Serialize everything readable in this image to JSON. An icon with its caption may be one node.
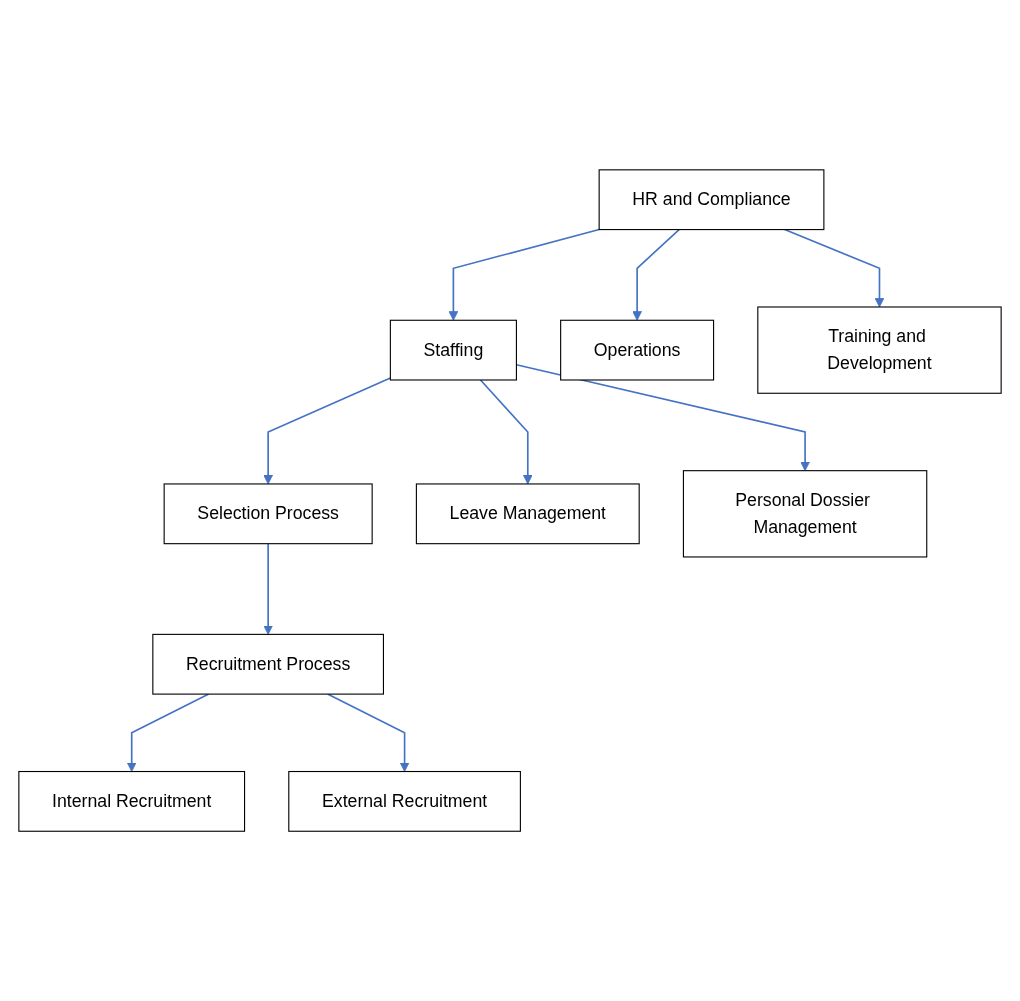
{
  "diagram": {
    "nodes": [
      {
        "text": [
          "HR and Compliance"
        ]
      },
      {
        "text": [
          "Staffing"
        ]
      },
      {
        "text": [
          "Operations"
        ]
      },
      {
        "text": [
          "Training and Development"
        ]
      },
      {
        "text": [
          "Selection Process"
        ]
      },
      {
        "text": [
          "Leave Management"
        ]
      },
      {
        "text": [
          "Personal Dossier Management"
        ]
      },
      {
        "text": [
          "Recruitment Process"
        ]
      },
      {
        "text": [
          "Internal Recruitment"
        ]
      },
      {
        "text": [
          "External Recruitment"
        ]
      }
    ],
    "edges": [
      {
        "from": 0,
        "to": 1,
        "arrow": "to"
      },
      {
        "from": 0,
        "to": 2,
        "arrow": "to"
      },
      {
        "from": 0,
        "to": 3,
        "arrow": "to"
      },
      {
        "from": 1,
        "to": 4,
        "arrow": "to"
      },
      {
        "from": 1,
        "to": 5,
        "arrow": "to"
      },
      {
        "from": 1,
        "to": 6,
        "arrow": "to"
      },
      {
        "from": 4,
        "to": 7,
        "arrow": "to"
      },
      {
        "from": 7,
        "to": 8,
        "arrow": "to"
      },
      {
        "from": 7,
        "to": 9,
        "arrow": "to"
      }
    ]
  }
}
